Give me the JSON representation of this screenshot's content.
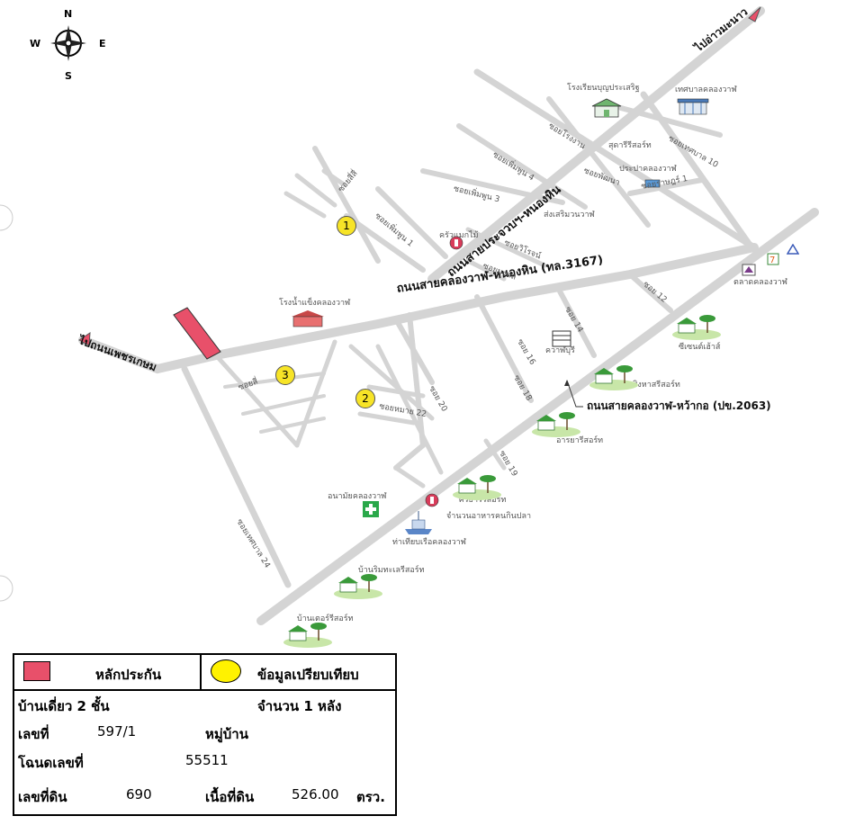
{
  "compass": {
    "n": "N",
    "s": "S",
    "e": "E",
    "w": "W"
  },
  "roads": {
    "main_west": "ถนนสายคลองวาฬ-หนองหิน (ทล.3167)",
    "to_phetkasem": "ไปถนนเพชรเกษม",
    "prachuap_nonghin": "ถนนสายประจวบฯ-หนองหิน",
    "khlongwan_wako": "ถนนสายคลองวาฬ-หว้ากอ (ปข.2063)",
    "to_ao_manao": "ไปอ่าวมะนาว"
  },
  "places": [
    "โรงเรียนบุญประเสริฐ",
    "เทศบาลคลองวาฬ",
    "สุดารีรีสอร์ท",
    "ประปาคลองวาฬ",
    "ส่งเสริมวนวาฬ",
    "ครัวแมกไม้",
    "โรงน้ำแข็งคลองวาฬ",
    "ตลาดคลองวาฬ",
    "ซีเซนต์เฮ้าส์",
    "ควาฬบุรี",
    "บ้านสิงหาสรีสอร์ท",
    "อารยารีสอร์ท",
    "อนามัยคลองวาฬ",
    "ศรีธารรีสอร์ท",
    "จำนวนอาหารคนกินปลา",
    "ท่าเทียบเรือคลองวาฬ",
    "บ้านริมทะเลรีสอร์ท",
    "บ้านเตอร์รีสอร์ท"
  ],
  "sois": [
    "ซอยโรงงาน",
    "ซอยเทศบาล 10",
    "ซอยเพิ่มพูน 4",
    "ซอยพัฒนา",
    "ซอยราษฎร์ 1",
    "ซอยเพิ่มพูน 3",
    "ซอยวิโรจน์",
    "ซอยมงคล",
    "ซอยเพิ่มพูน 1",
    "ซอย 12",
    "ซอย 14",
    "ซอย 16",
    "ซอย 18",
    "ซอย 20",
    "ซอย 19",
    "ซอยหมาย 22",
    "ซอยเทศบาล 24",
    "ซอยสี่สี่",
    "ซอยสี่"
  ],
  "markers": {
    "m1": "1",
    "m2": "2",
    "m3": "3"
  },
  "legend": {
    "collateral": "หลักประกัน",
    "comparable": "ข้อมูลเปรียบเทียบ",
    "property_type": "บ้านเดี่ยว 2 ชั้น",
    "count": "จำนวน 1 หลัง",
    "no_label": "เลขที่",
    "no_value": "597/1",
    "village_label": "หมู่บ้าน",
    "deed_label": "โฉนดเลขที่",
    "deed_value": "55511",
    "land_no_label": "เลขที่ดิน",
    "land_no_value": "690",
    "area_label": "เนื้อที่ดิน",
    "area_value": "526.00",
    "area_unit": "ตรว."
  },
  "colors": {
    "road": "#d4d4d4",
    "collateral": "#e8506a",
    "marker": "#f7e427",
    "arrow": "#e8506a"
  }
}
